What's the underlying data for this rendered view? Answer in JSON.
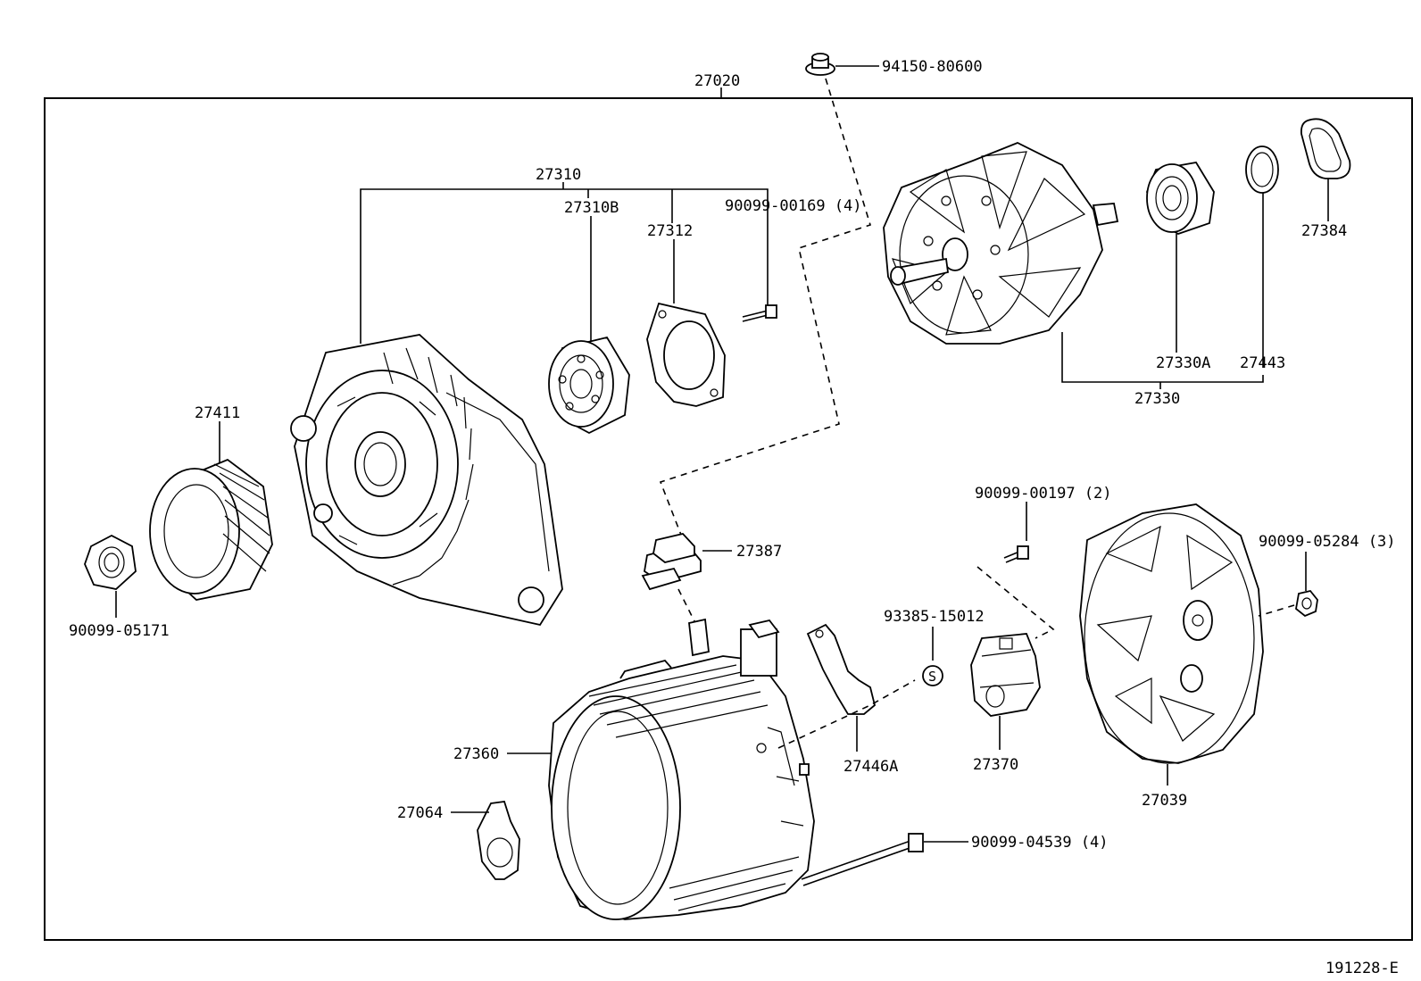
{
  "figure_code": "191228-E",
  "assembly": "27020",
  "labels": {
    "p94150": "94150-80600",
    "p27020": "27020",
    "p27310": "27310",
    "p27310B": "27310B",
    "p27312": "27312",
    "p90099_00169": "90099-00169 (4)",
    "p27384": "27384",
    "p27330A": "27330A",
    "p27443": "27443",
    "p27330": "27330",
    "p27411": "27411",
    "p90099_05171": "90099-05171",
    "p27387": "27387",
    "p90099_00197": "90099-00197 (2)",
    "p90099_05284": "90099-05284 (3)",
    "p93385": "93385-15012",
    "p27446A": "27446A",
    "p27370": "27370",
    "p27039": "27039",
    "p27360": "27360",
    "p27064": "27064",
    "p90099_04539": "90099-04539 (4)"
  },
  "stamp": "S"
}
